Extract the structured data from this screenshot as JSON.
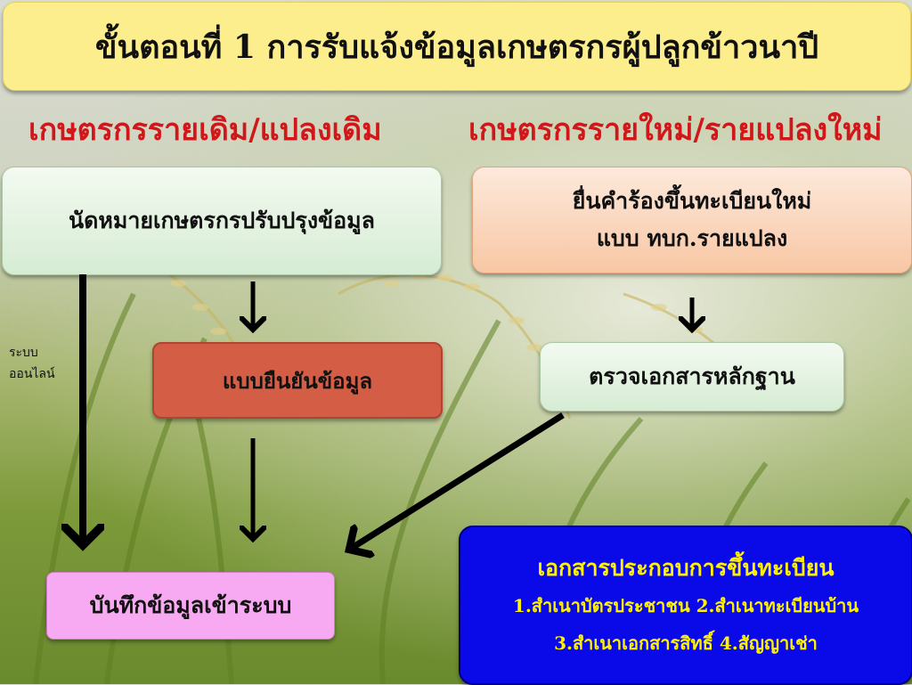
{
  "title": "ขั้นตอนที่ 1 การรับแจ้งข้อมูลเกษตรกรผู้ปลูกข้าวนาปี",
  "columns": {
    "left_heading": "เกษตรกรรายเดิม/แปลงเดิม",
    "right_heading": "เกษตรกรรายใหม่/รายแปลงใหม่"
  },
  "boxes": {
    "appointment": "นัดหมายเกษตรกรปรับปรุงข้อมูล",
    "register_line1": "ยื่นคำร้องขึ้นทะเบียนใหม่",
    "register_line2": "แบบ ทบก.รายแปลง",
    "confirm_form": "แบบยืนยันข้อมูล",
    "check_docs": "ตรวจเอกสารหลักฐาน",
    "record_system": "บันทึกข้อมูลเข้าระบบ"
  },
  "side_label": {
    "line1": "ระบบ",
    "line2": "ออนไลน์"
  },
  "documents": {
    "heading": "เอกสารประกอบการขึ้นทะเบียน",
    "line1": "1.สำเนาบัตรประชาชน 2.สำเนาทะเบียนบ้าน",
    "line2": "3.สำเนาเอกสารสิทธิ์ 4.สัญญาเช่า"
  },
  "colors": {
    "title_bg": "#fcee8c",
    "heading_red": "#d0181a",
    "docs_blue": "#0a0ae8",
    "docs_text": "#fff200"
  }
}
